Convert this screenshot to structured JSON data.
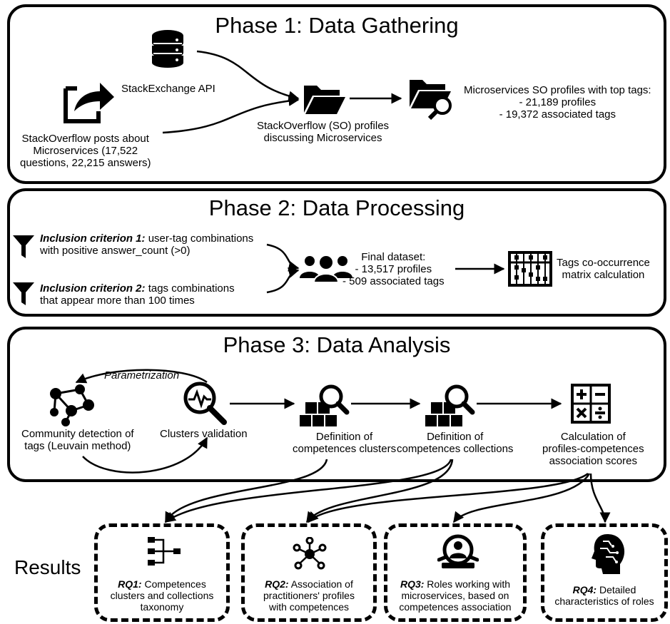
{
  "phase1": {
    "title": "Phase 1: Data Gathering",
    "stackexchange_api": "StackExchange API",
    "so_posts": [
      "StackOverflow posts about",
      "Microservices (17,522",
      "questions, 22,215 answers)"
    ],
    "so_profiles": [
      "StackOverflow (SO) profiles",
      "discussing Microservices"
    ],
    "ms_profiles": [
      "Microservices SO profiles with top tags:",
      "- 21,189 profiles",
      "- 19,372 associated tags"
    ]
  },
  "phase2": {
    "title": "Phase 2: Data Processing",
    "criterion1_label": "Inclusion criterion 1:",
    "criterion1_text": " user-tag combinations",
    "criterion1_line2": "with positive answer_count (>0)",
    "criterion2_label": "Inclusion criterion 2:",
    "criterion2_text": " tags combinations",
    "criterion2_line2": "that appear more than 100 times",
    "final_dataset": [
      "Final dataset:",
      "- 13,517 profiles",
      "- 509 associated tags"
    ],
    "cooccurrence": [
      "Tags co-occurrence",
      "matrix calculation"
    ]
  },
  "phase3": {
    "title": "Phase 3: Data Analysis",
    "parametrization": "Parametrization",
    "community_detection": [
      "Community detection of",
      "tags (Leuvain method)"
    ],
    "clusters_validation": "Clusters validation",
    "def_clusters": [
      "Definition of",
      "competences clusters"
    ],
    "def_collections": [
      "Definition of",
      "competences collections"
    ],
    "calc_scores": [
      "Calculation of",
      "profiles-competences",
      "association scores"
    ]
  },
  "results": {
    "label": "Results",
    "rq1": {
      "label": "RQ1:",
      "text1": " Competences",
      "text2": "clusters and collections",
      "text3": "taxonomy"
    },
    "rq2": {
      "label": "RQ2:",
      "text1": " Association of",
      "text2": "practitioners' profiles",
      "text3": "with competences"
    },
    "rq3": {
      "label": "RQ3:",
      "text1": " Roles working with",
      "text2": "microservices, based on",
      "text3": "competences association"
    },
    "rq4": {
      "label": "RQ4:",
      "text1": " Detailed",
      "text2": "characteristics of roles",
      "text3": ""
    }
  },
  "icons": [
    "database-icon",
    "share-arrow-icon",
    "folder-icon",
    "folder-search-icon",
    "filter-icon",
    "group-icon",
    "abacus-icon",
    "network-icon",
    "magnifier-pulse-icon",
    "boxes-search-icon",
    "math-symbols-icon",
    "hierarchy-icon",
    "hub-icon",
    "person-search-icon",
    "head-circuit-icon"
  ]
}
